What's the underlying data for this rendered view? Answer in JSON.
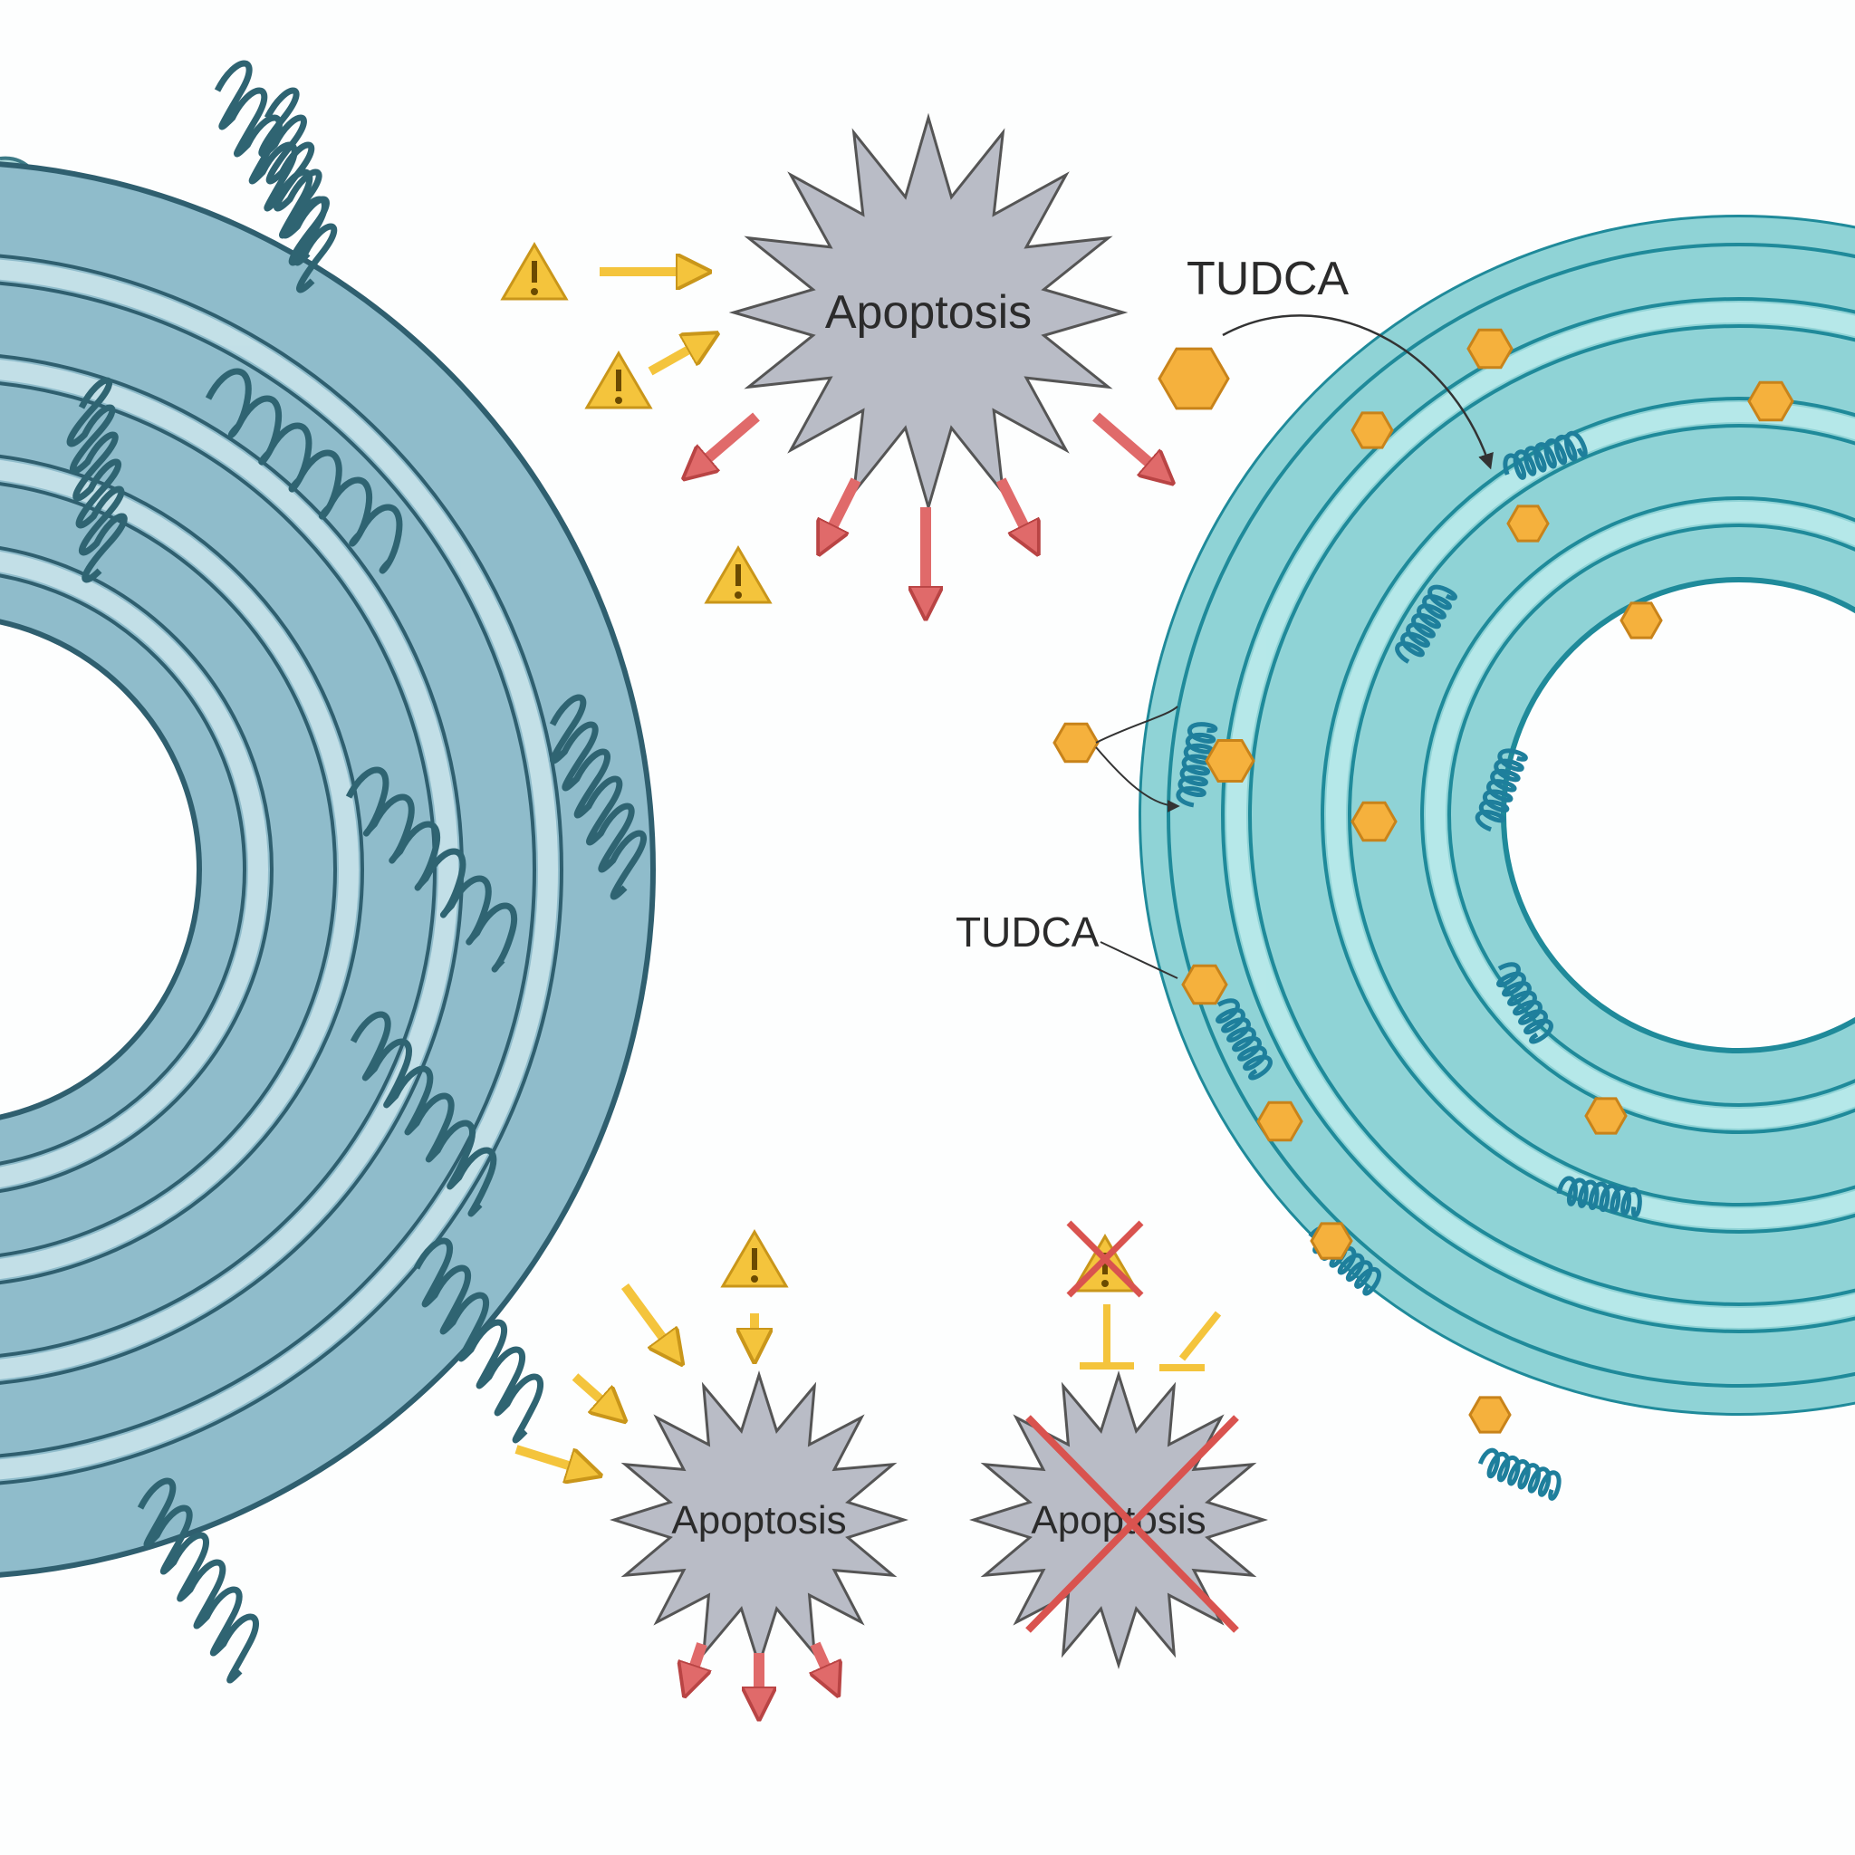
{
  "labels": {
    "apoptosis_top": "Apoptosis",
    "apoptosis_bottom_left": "Apoptosis",
    "apoptosis_bottom_right": "Apoptosis",
    "tudca_top": "TUDCA",
    "tudca_middle": "TUDCA"
  },
  "icons": {
    "warning": "warning-triangle-icon",
    "block": "cross-out-icon",
    "tudca_molecule": "hexagon-icon"
  },
  "colors": {
    "stressed_er": "#8fbccb",
    "stressed_er_dark": "#2f5f6f",
    "healthy_er": "#8fd3d6",
    "healthy_er_dark": "#1f8a9a",
    "apoptosis_star": "#b9bcc6",
    "warning": "#f4c43c",
    "arrow_yellow": "#f4c43c",
    "arrow_red": "#e06a6a",
    "cross": "#d9534f",
    "tudca": "#f5b13d"
  }
}
